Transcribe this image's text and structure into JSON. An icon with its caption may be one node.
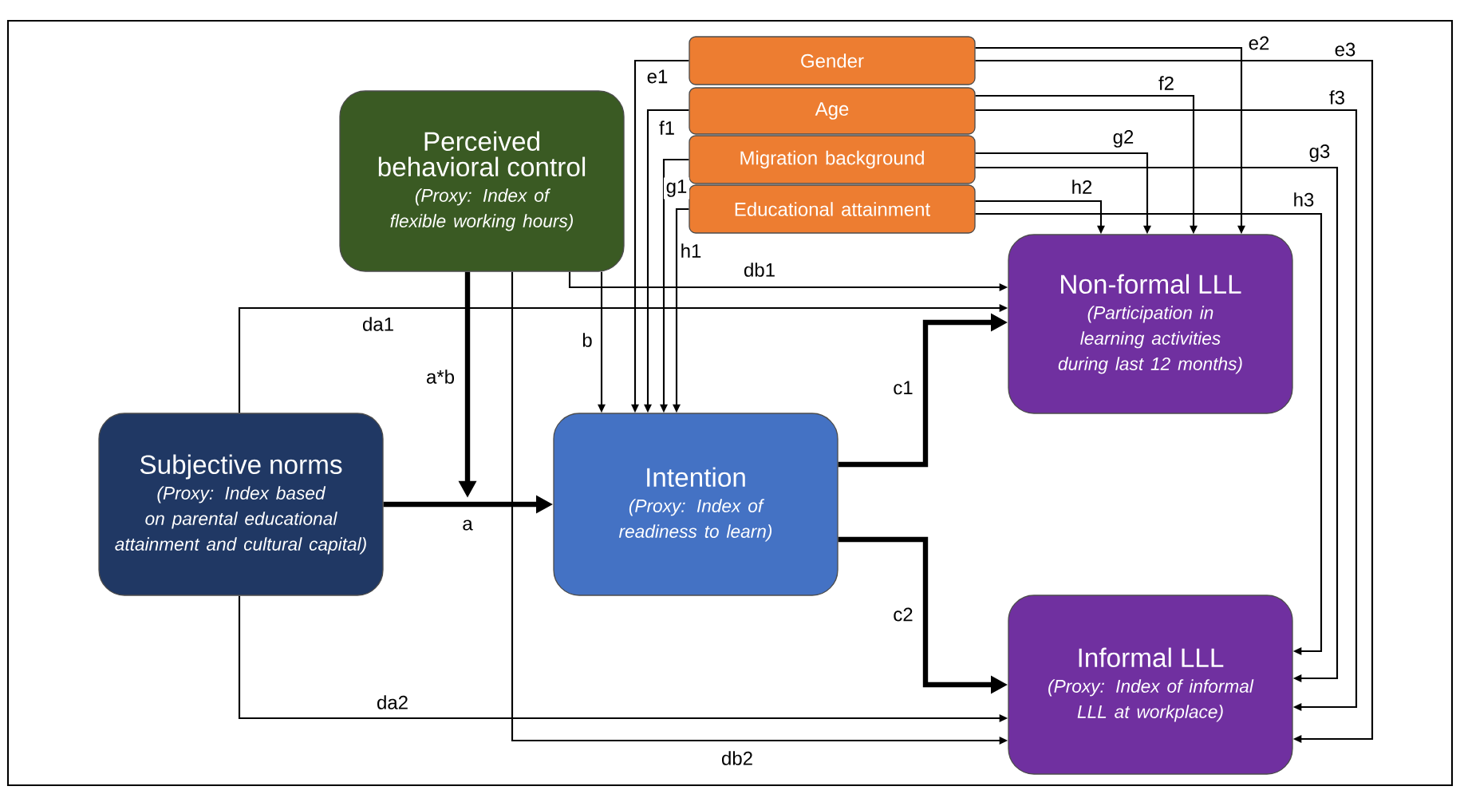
{
  "diagram": {
    "nodes": [
      {
        "text": [
          "Perceived behavioral control",
          "(Proxy: Index of flexible working hours)"
        ]
      },
      {
        "text": [
          "Gender"
        ]
      },
      {
        "text": [
          "Age"
        ]
      },
      {
        "text": [
          "Migration background"
        ]
      },
      {
        "text": [
          "Educational attainment"
        ]
      },
      {
        "text": [
          "Subjective norms",
          "(Proxy: Index based on parental educational attainment and cultural capital)"
        ]
      },
      {
        "text": [
          "Intention",
          "(Proxy: Index of readiness to learn)"
        ]
      },
      {
        "text": [
          "Non-formal LLL",
          "(Participation in learning activities during last 12 months)"
        ]
      },
      {
        "text": [
          "Informal LLL",
          "(Proxy: Index of informal LLL at workplace)"
        ]
      }
    ],
    "edges": [
      {
        "from": 5,
        "to": 6,
        "arrow": "to",
        "label": "a",
        "style": "thick"
      },
      {
        "from": 0,
        "to": null,
        "arrow": "to",
        "label": "a*b",
        "style": "thick"
      },
      {
        "from": 0,
        "to": 6,
        "arrow": "to",
        "label": "b"
      },
      {
        "from": 1,
        "to": 6,
        "arrow": "to",
        "label": "e1"
      },
      {
        "from": 2,
        "to": 6,
        "arrow": "to",
        "label": "f1"
      },
      {
        "from": 3,
        "to": 6,
        "arrow": "to",
        "label": "g1"
      },
      {
        "from": 4,
        "to": 6,
        "arrow": "to",
        "label": "h1"
      },
      {
        "from": 6,
        "to": 7,
        "arrow": "to",
        "label": "c1",
        "style": "thick"
      },
      {
        "from": 6,
        "to": 8,
        "arrow": "to",
        "label": "c2",
        "style": "thick"
      },
      {
        "from": 0,
        "to": 7,
        "arrow": "to",
        "label": "db1"
      },
      {
        "from": 5,
        "to": 7,
        "arrow": "to",
        "label": "da1"
      },
      {
        "from": 5,
        "to": 8,
        "arrow": "to",
        "label": "da2"
      },
      {
        "from": 0,
        "to": 8,
        "arrow": "to",
        "label": "db2"
      },
      {
        "from": 1,
        "to": 7,
        "arrow": "to",
        "label": "e2"
      },
      {
        "from": 1,
        "to": 8,
        "arrow": "to",
        "label": "e3"
      },
      {
        "from": 2,
        "to": 7,
        "arrow": "to",
        "label": "f2"
      },
      {
        "from": 2,
        "to": 8,
        "arrow": "to",
        "label": "f3"
      },
      {
        "from": 3,
        "to": 7,
        "arrow": "to",
        "label": "g2"
      },
      {
        "from": 3,
        "to": 8,
        "arrow": "to",
        "label": "g3"
      },
      {
        "from": 4,
        "to": 7,
        "arrow": "to",
        "label": "h2"
      },
      {
        "from": 4,
        "to": 8,
        "arrow": "to",
        "label": "h3"
      }
    ]
  }
}
